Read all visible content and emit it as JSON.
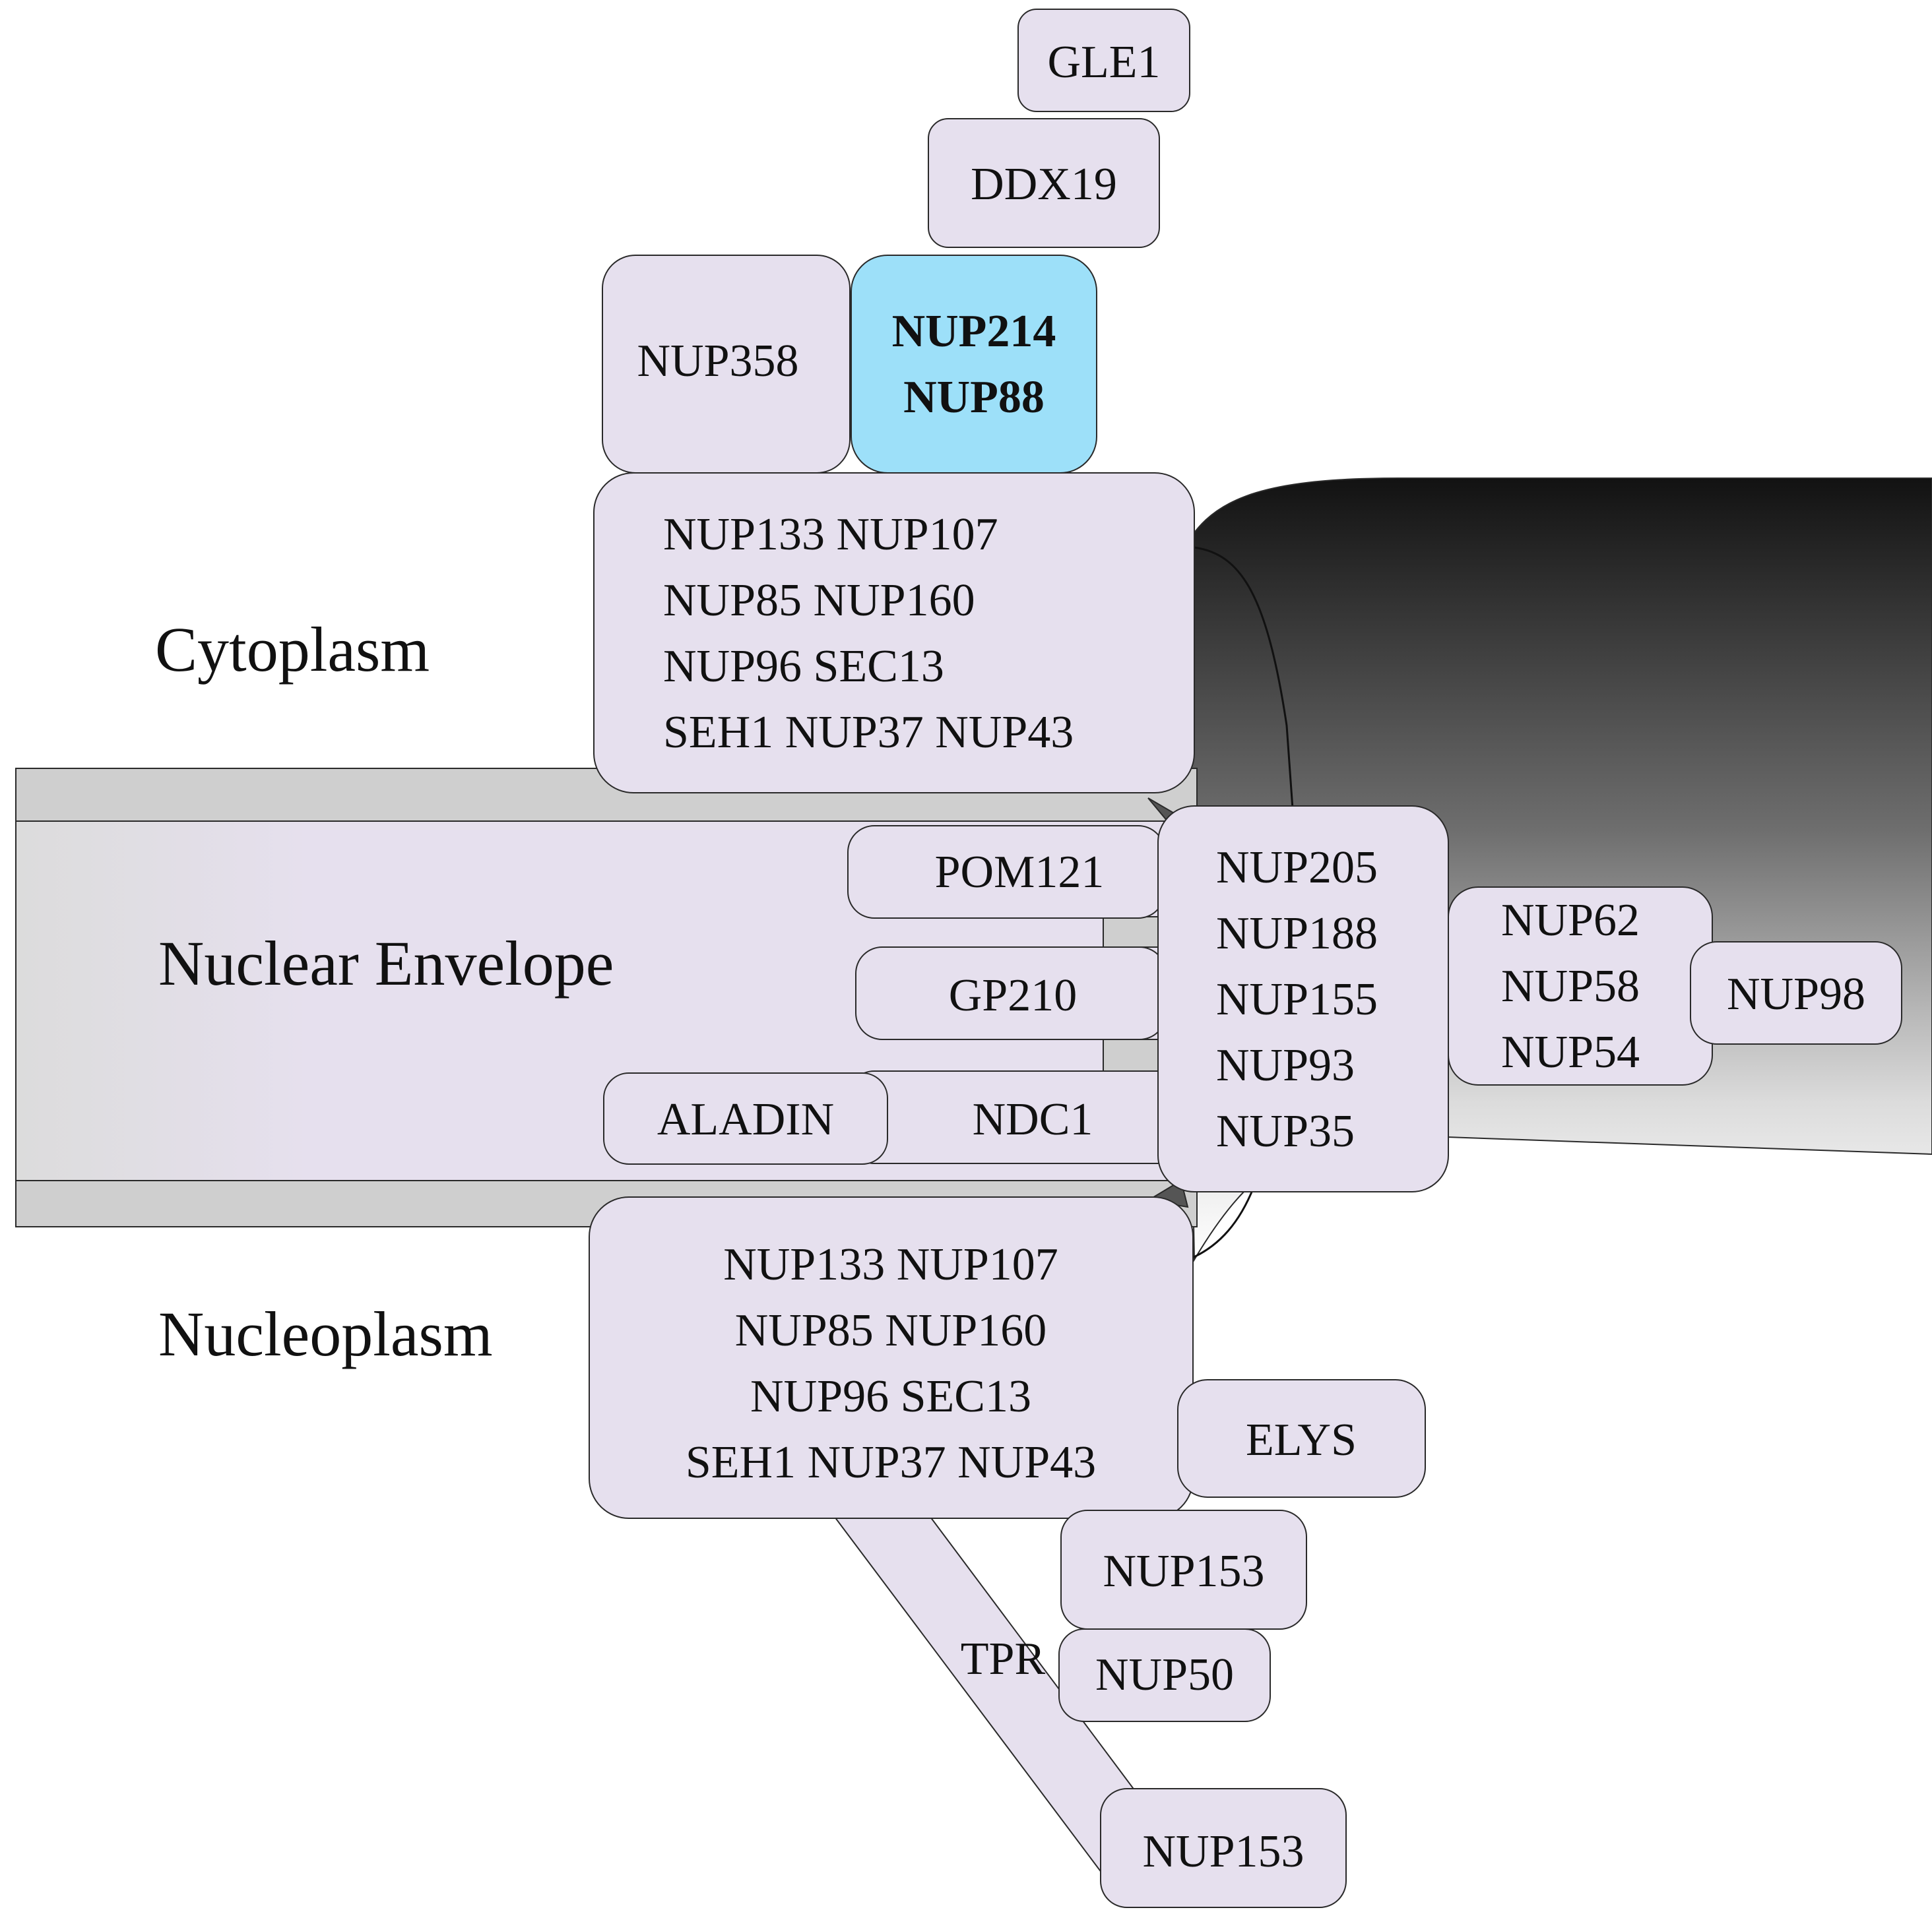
{
  "regions": {
    "cytoplasm": "Cytoplasm",
    "nuclear_envelope": "Nuclear Envelope",
    "nucleoplasm": "Nucleoplasm"
  },
  "proteins": {
    "gle1": "GLE1",
    "ddx19": "DDX19",
    "nup358": "NUP358",
    "nup214": "NUP214",
    "nup88": "NUP88",
    "cyto_ring": [
      "NUP133 NUP107",
      "NUP85 NUP160",
      "NUP96 SEC13",
      "SEH1 NUP37 NUP43"
    ],
    "pom121": "POM121",
    "gp210": "GP210",
    "aladin": "ALADIN",
    "ndc1": "NDC1",
    "inner_ring": [
      "NUP205",
      "NUP188",
      "NUP155",
      "NUP93",
      "NUP35"
    ],
    "central": [
      "NUP62",
      "NUP58",
      "NUP54"
    ],
    "nup98": "NUP98",
    "nuc_ring": [
      "NUP133 NUP107",
      "NUP85 NUP160",
      "NUP96 SEC13",
      "SEH1 NUP37 NUP43"
    ],
    "elys": "ELYS",
    "nup153_top": "NUP153",
    "tpr": "TPR",
    "nup50": "NUP50",
    "nup153_bottom": "NUP153"
  },
  "colors": {
    "complex_fill": "#e6e0ee",
    "highlight_fill": "#9de0f9",
    "membrane_fill": "#cfcfcf",
    "pore_dark": "#141414"
  }
}
